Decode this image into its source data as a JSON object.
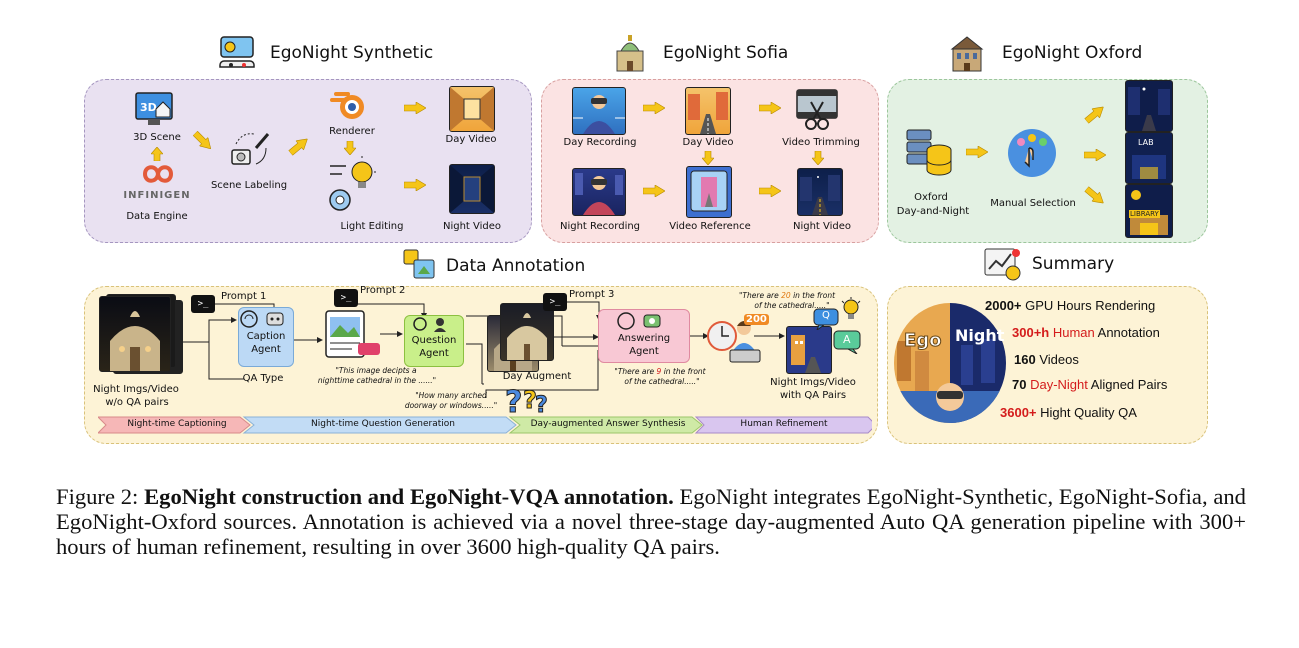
{
  "headers": {
    "synthetic": "EgoNight Synthetic",
    "sofia": "EgoNight Sofia",
    "oxford": "EgoNight Oxford",
    "annotation": "Data Annotation",
    "summary": "Summary"
  },
  "synthetic": {
    "scene": "3D Scene",
    "engine_brand": "INFINIGEN",
    "engine": "Data Engine",
    "labeling": "Scene Labeling",
    "renderer": "Renderer",
    "light_editing": "Light Editing",
    "day_video": "Day Video",
    "night_video": "Night Video"
  },
  "sofia": {
    "day_recording": "Day Recording",
    "day_video": "Day Video",
    "video_trimming": "Video Trimming",
    "night_recording": "Night Recording",
    "video_reference": "Video Reference",
    "night_video": "Night Video"
  },
  "oxford": {
    "source_line1": "Oxford",
    "source_line2": "Day-and-Night",
    "manual_selection": "Manual Selection",
    "lab_sign": "LAB",
    "library_sign": "LIBRARY"
  },
  "annotation": {
    "input_line1": "Night Imgs/Video",
    "input_line2": "w/o QA pairs",
    "prompt1": "Prompt 1",
    "prompt2": "Prompt 2",
    "prompt3": "Prompt 3",
    "caption_agent_line1": "Caption",
    "caption_agent_line2": "Agent",
    "question_agent_line1": "Question",
    "question_agent_line2": "Agent",
    "answering_agent_line1": "Answering",
    "answering_agent_line2": "Agent",
    "qa_type": "QA Type",
    "caption_quote_line1": "\"This image decipts a",
    "caption_quote_line2": "nighttime cathedral in the ......\"",
    "question_quote_line1": "\"How many arched",
    "question_quote_line2": "doorway or windows.....\"",
    "day_augment": "Day Augment",
    "answer_quote_line1_a": "\"There are ",
    "answer_quote_line1_num": "9",
    "answer_quote_line1_b": " in the front",
    "answer_quote_line2": "of the cathedral.....\"",
    "refined_quote_line1_a": "\"There are ",
    "refined_quote_line1_num": "20",
    "refined_quote_line1_b": " in the front",
    "refined_quote_line2": "of the cathedral.....\"",
    "badge_200": "200",
    "q_bubble": "Q",
    "a_bubble": "A",
    "output_line1": "Night Imgs/Video",
    "output_line2": "with QA Pairs",
    "stages": [
      "Night-time Captioning",
      "Night-time Question Generation",
      "Day-augmented Answer Synthesis",
      "Human Refinement"
    ]
  },
  "summary": {
    "circle_left": "Ego",
    "circle_right": "Night",
    "row1_strong": "2000+",
    "row1_rest": " GPU Hours Rendering",
    "row2_strong": "300+h",
    "row2_red": " Human",
    "row2_rest": " Annotation",
    "row3_strong": "160",
    "row3_rest": " Videos",
    "row4_strong": "70",
    "row4_red": " Day-Night",
    "row4_rest": " Aligned Pairs",
    "row5_strong": "3600+",
    "row5_rest": " Hight Quality QA"
  },
  "caption": {
    "label": "Figure 2: ",
    "title": "EgoNight construction and EgoNight-VQA annotation.",
    "body": " EgoNight integrates EgoNight-Synthetic, EgoNight-Sofia, and EgoNight-Oxford sources.  Annotation is achieved via a novel three-stage day-augmented Auto QA generation pipeline with 300+ hours of human refinement, resulting in over 3600 high-quality QA pairs."
  },
  "colors": {
    "synthetic_bg": "#e9e1f1",
    "sofia_bg": "#fbe3e3",
    "oxford_bg": "#e3f1e3",
    "annotation_bg": "#fdf3d6",
    "arrow": "#f5c518",
    "highlight_red": "#d41c1c"
  }
}
